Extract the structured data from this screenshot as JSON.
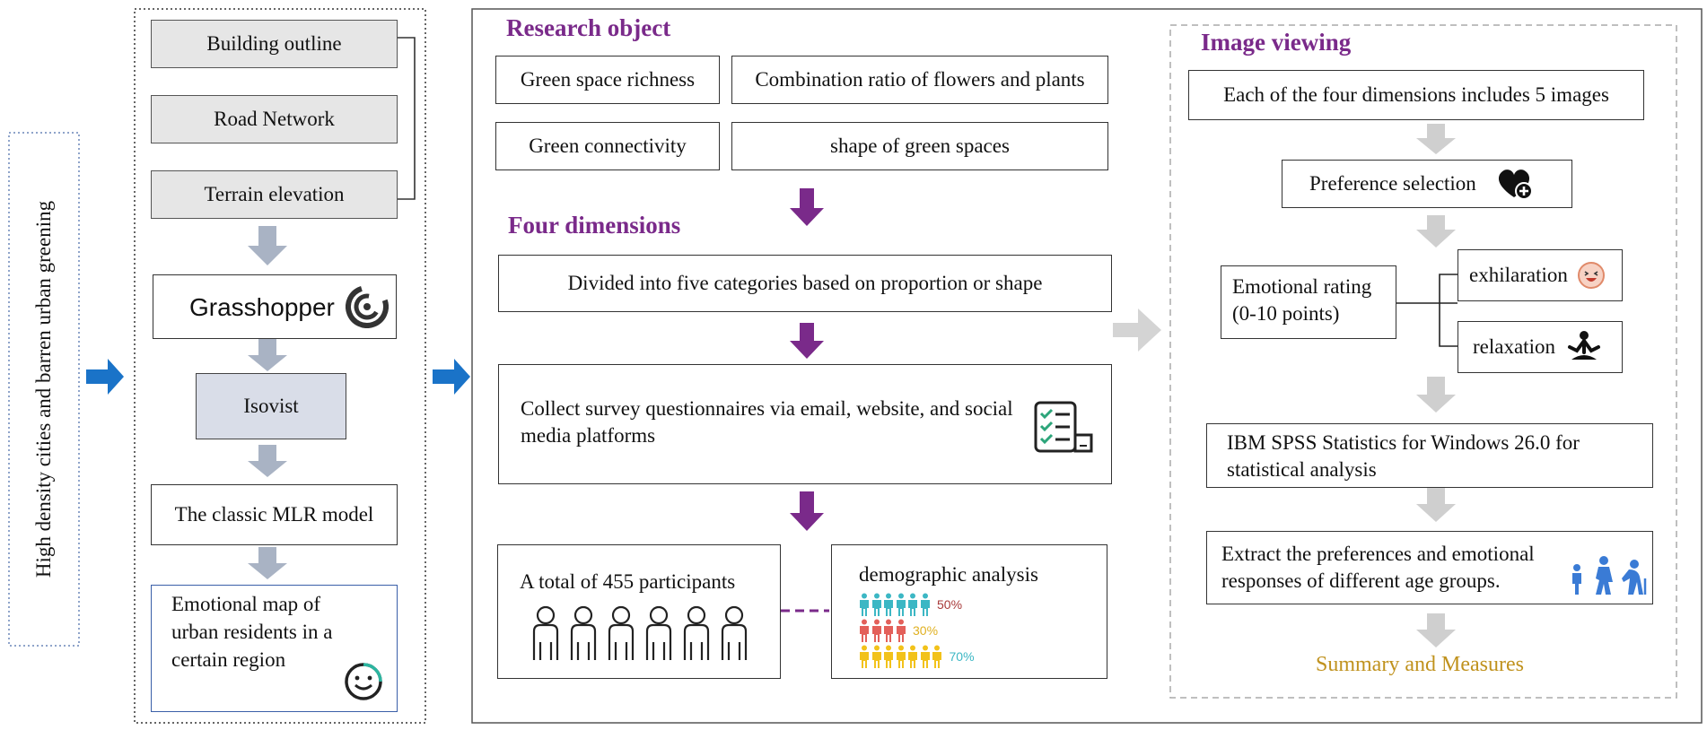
{
  "side_label": "High density cities and barren urban greening",
  "left_panel": {
    "building_outline": "Building outline",
    "road_network": "Road Network",
    "terrain_elevation": "Terrain elevation",
    "grasshopper": "Grasshopper",
    "isovist": "Isovist",
    "mlr_model": "The classic MLR model",
    "emotional_map": "Emotional map of urban residents in a certain region"
  },
  "middle_panel": {
    "research_object_title": "Research object",
    "green_space_richness": "Green space richness",
    "combination_ratio": "Combination ratio of flowers and plants",
    "green_connectivity": "Green connectivity",
    "shape_of_green_spaces": "shape of green spaces",
    "four_dimensions_title": "Four dimensions",
    "divided_categories": "Divided into five categories based on proportion or shape",
    "collect_surveys": "Collect survey questionnaires via email, website, and social media platforms",
    "participants": "A total of 455 participants",
    "demographic_analysis": "demographic analysis",
    "demographics": [
      {
        "percent_label": "50%",
        "color": "#3cb7c4"
      },
      {
        "percent_label": "30%",
        "color": "#e3605a"
      },
      {
        "percent_label": "70%",
        "color": "#f2c21a"
      }
    ],
    "percent_label_colors": [
      "#a83a3a",
      "#e0b020",
      "#3cb7c4"
    ]
  },
  "right_panel": {
    "image_viewing_title": "Image viewing",
    "four_dimensions_images": "Each of the four dimensions includes 5 images",
    "preference_selection": "Preference selection",
    "emotional_rating": "Emotional rating (0-10 points)",
    "exhilaration": "exhilaration",
    "relaxation": "relaxation",
    "spss": "IBM SPSS Statistics for Windows 26.0 for statistical analysis",
    "extract_preferences": "Extract the preferences and emotional responses of different age groups.",
    "summary": "Summary and Measures"
  },
  "colors": {
    "accent_purple": "#7a2a8a",
    "arrow_blue": "#1a73c8",
    "arrow_gray": "#a9b3c4",
    "arrow_lightgray": "#cfcfcf",
    "summary_gold": "#c0921e",
    "frame_blue": "#3a5fa8"
  },
  "icons": [
    "grasshopper-logo-icon",
    "smiley-face-icon",
    "checklist-icon",
    "person-outline-icon",
    "heart-plus-icon",
    "laughing-face-icon",
    "meditation-icon",
    "age-groups-icon"
  ]
}
